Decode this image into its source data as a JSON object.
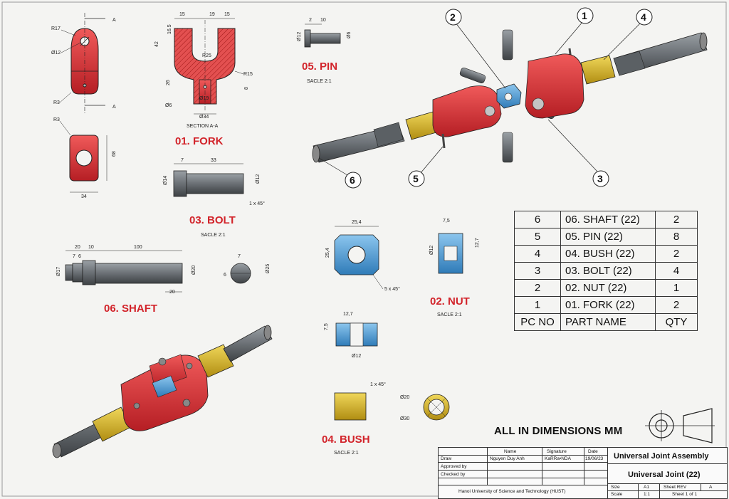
{
  "parts": {
    "fork": {
      "title": "01. FORK",
      "section_label": "SECTION A-A",
      "section_mark": "A",
      "dims": {
        "r17": "R17",
        "d12": "Ø12",
        "r3a": "R3",
        "r3b": "R3",
        "d68": "68",
        "d34": "34",
        "t15a": "15",
        "t19": "19",
        "t15b": "15",
        "d42": "42",
        "d165": "16.5",
        "r25": "R25",
        "r15": "R15",
        "d26": "26",
        "d8": "8",
        "dd6": "Ø6",
        "dd19": "Ø19",
        "dd34": "Ø34"
      }
    },
    "pin": {
      "title": "05. PIN",
      "scale": "SACLE 2:1",
      "dims": {
        "d2": "2",
        "d10": "10",
        "dd12": "Ø12",
        "dd6": "Ø6"
      }
    },
    "bolt": {
      "title": "03. BOLT",
      "scale": "SACLE 2:1",
      "dims": {
        "d7": "7",
        "d33": "33",
        "dd14": "Ø14",
        "dd12": "Ø12",
        "chamfer": "1 x 45°"
      }
    },
    "shaft": {
      "title": "06. SHAFT",
      "dims": {
        "d20a": "20",
        "d10": "10",
        "d100": "100",
        "d7": "7",
        "d6": "6",
        "dd17": "Ø17",
        "dd20": "Ø20",
        "d20b": "20",
        "e7": "7",
        "e6": "6",
        "edd25": "Ø25"
      }
    },
    "nut": {
      "title": "02. NUT",
      "scale": "SACLE 2:1",
      "dims": {
        "d254w": "25,4",
        "d254h": "25,4",
        "chamfer": "5 x 45°",
        "d75": "7,5",
        "dd12": "Ø12",
        "d127": "12,7",
        "b127": "12,7",
        "b75": "7,5",
        "bdd12": "Ø12"
      }
    },
    "bush": {
      "title": "04. BUSH",
      "scale": "SACLE 2:1",
      "dims": {
        "chamfer": "1 x 45°",
        "dd20": "Ø20",
        "dd30": "Ø30"
      }
    }
  },
  "callouts": [
    "1",
    "2",
    "3",
    "4",
    "5",
    "6"
  ],
  "bom": {
    "rows": [
      {
        "pc": "6",
        "name": "06. SHAFT (22)",
        "qty": "2"
      },
      {
        "pc": "5",
        "name": "05. PIN (22)",
        "qty": "8"
      },
      {
        "pc": "4",
        "name": "04. BUSH (22)",
        "qty": "2"
      },
      {
        "pc": "3",
        "name": "03. BOLT (22)",
        "qty": "4"
      },
      {
        "pc": "2",
        "name": "02. NUT (22)",
        "qty": "1"
      },
      {
        "pc": "1",
        "name": "01. FORK (22)",
        "qty": "2"
      }
    ],
    "header": {
      "pc": "PC NO",
      "name": "PART NAME",
      "qty": "QTY"
    }
  },
  "note": "ALL IN DIMENSIONS MM",
  "title_block": {
    "col_name": "Name",
    "col_signature": "Signature",
    "col_date": "Date",
    "row_draw": "Draw",
    "draw_name": "Nguyen Duy Anh",
    "draw_signature": "KaRRa•NDA",
    "draw_date": "19/06/23",
    "row_approved": "Approved by",
    "row_checked": "Checked by",
    "org": "Hanoi University of Science and Technology (HUST)",
    "title1": "Universal Joint Assembly",
    "title2": "Universal Joint (22)",
    "size_label": "Size",
    "size_value": "A1",
    "sheet_rev_label": "Sheet REV",
    "rev_value": "A",
    "scale_label": "Scale",
    "scale_value": "1:1",
    "sheet_value": "Sheet 1 of 1"
  },
  "colors": {
    "red": "#e03a3a",
    "gold": "#d8b82a",
    "blue": "#4a9bd4",
    "steel": "#6e7378",
    "title_red": "#d2232a"
  }
}
